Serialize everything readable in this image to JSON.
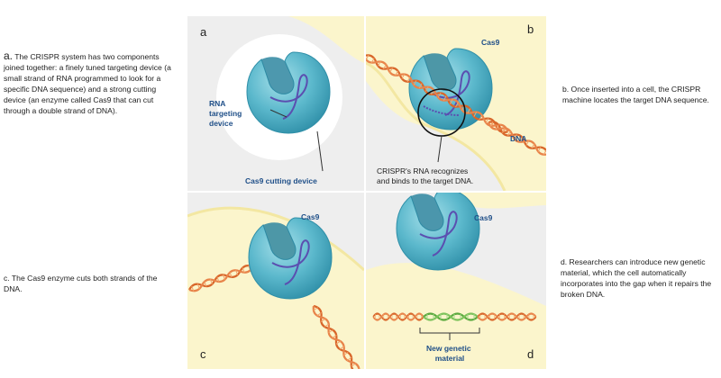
{
  "captions": {
    "a_letter": "a.",
    "a_text": "The CRISPR system has two components joined together: a finely tuned targeting device (a small strand of RNA programmed to look for a specific DNA sequence) and a strong cutting device (an enzyme called Cas9 that can cut through a double strand of DNA).",
    "b": "b. Once inserted into a cell, the CRISPR machine locates the target DNA sequence.",
    "c": "c. The Cas9 enzyme cuts both strands of the DNA.",
    "d": "d. Researchers can introduce new genetic material, which the cell automatically incorporates into the gap when it repairs the broken DNA."
  },
  "panels": {
    "a": {
      "letter": "a",
      "rna_label": [
        "RNA",
        "targeting",
        "device"
      ],
      "cas9_label": "Cas9 cutting device"
    },
    "b": {
      "letter": "b",
      "cas9": "Cas9",
      "dna": "DNA",
      "note": [
        "CRISPR's RNA recognizes",
        "and binds to the target DNA."
      ]
    },
    "c": {
      "letter": "c",
      "cas9": "Cas9"
    },
    "d": {
      "letter": "d",
      "cas9": "Cas9",
      "material": [
        "New genetic",
        "material"
      ]
    }
  },
  "colors": {
    "panel_bg": "#eeeeee",
    "cell": "#fbf5cc",
    "cell_edge": "#f3e7a2",
    "protein": "#56b3c9",
    "protein_light": "#8fd3e0",
    "protein_dark": "#2f8fa8",
    "rna": "#5b4fb0",
    "dna": "#d8662a",
    "dna_light": "#f2a46a",
    "new_material": "#58a83c",
    "label_blue": "#1f4f88"
  }
}
